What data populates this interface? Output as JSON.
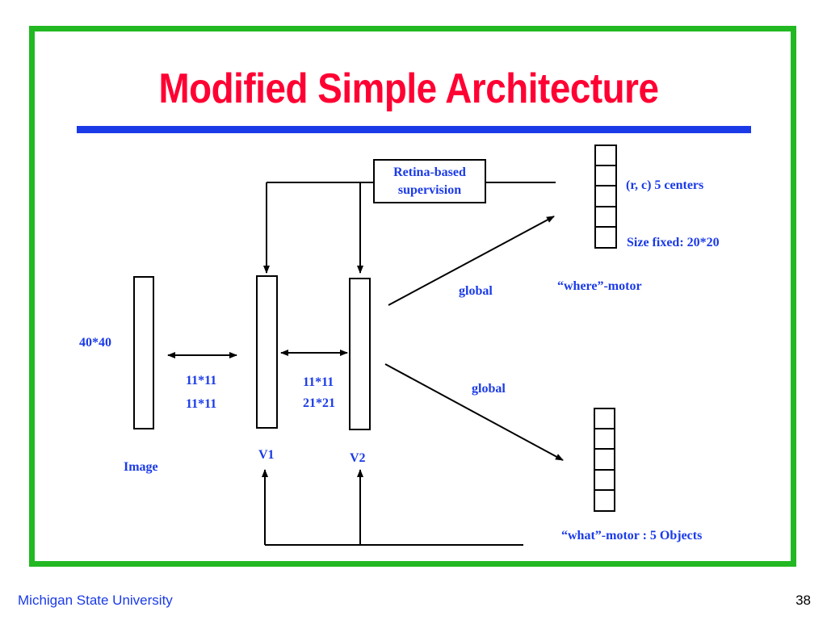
{
  "slide": {
    "title": "Modified Simple Architecture",
    "supervision_box": [
      "Retina-based",
      "supervision"
    ],
    "labels": {
      "image_size": "40*40",
      "image": "Image",
      "image_v1_rf_1": "11*11",
      "image_v1_rf_2": "11*11",
      "v1_v2_rf_1": "11*11",
      "v1_v2_rf_2": "21*21",
      "v1": "V1",
      "v2": "V2",
      "global_top": "global",
      "global_bottom": "global",
      "where_centers": "(r, c) 5  centers",
      "where_size": "Size fixed: 20*20",
      "where_motor": "“where”-motor",
      "what_motor": "“what”-motor : 5 Objects"
    },
    "footer": {
      "institution": "Michigan State University",
      "page_number": "38"
    }
  }
}
